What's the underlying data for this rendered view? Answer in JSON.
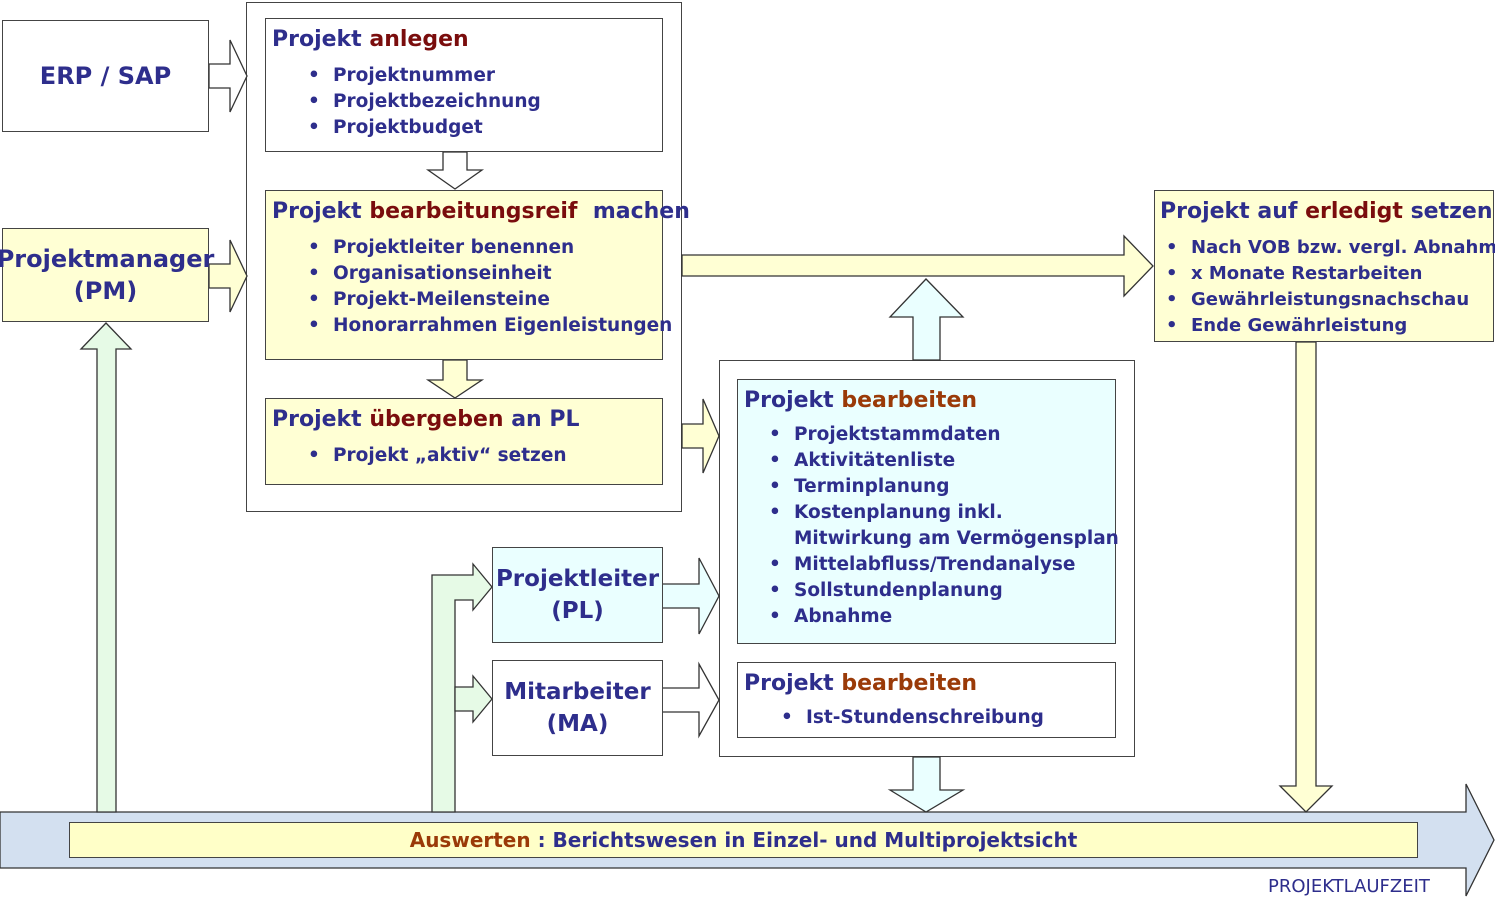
{
  "erp": {
    "label": "ERP / SAP"
  },
  "pm": {
    "line1": "Projektmanager",
    "line2": "(PM)"
  },
  "pl": {
    "line1": "Projektleiter",
    "line2": "(PL)"
  },
  "ma": {
    "line1": "Mitarbeiter",
    "line2": "(MA)"
  },
  "anlegen": {
    "prefix": "Projekt ",
    "keyword": "anlegen",
    "items": [
      "Projektnummer",
      "Projektbezeichnung",
      "Projektbudget"
    ]
  },
  "bearbeitungsreif": {
    "prefix": "Projekt ",
    "keyword": "bearbeitungsreif",
    "suffix": "  machen",
    "items": [
      "Projektleiter benennen",
      "Organisationseinheit",
      "Projekt-Meilensteine",
      "Honorarrahmen Eigenleistungen"
    ]
  },
  "uebergeben": {
    "prefix": "Projekt ",
    "keyword": "übergeben",
    "suffix": " an PL",
    "items": [
      "Projekt „aktiv“ setzen"
    ]
  },
  "bearbeiten_pl": {
    "prefix": "Projekt ",
    "keyword": "bearbeiten",
    "items": [
      "Projektstammdaten",
      "Aktivitätenliste",
      "Terminplanung",
      "Kostenplanung inkl.",
      "Mitwirkung am Vermögensplan",
      "Mittelabfluss/Trendanalyse",
      "Sollstundenplanung",
      "Abnahme"
    ]
  },
  "bearbeiten_ma": {
    "prefix": "Projekt ",
    "keyword": "bearbeiten",
    "items": [
      "Ist-Stundenschreibung"
    ]
  },
  "erledigt": {
    "prefix": "Projekt auf ",
    "keyword": "erledigt",
    "suffix": " setzen",
    "items": [
      "Nach VOB bzw. vergl. Abnahme",
      "x Monate Restarbeiten",
      "Gewährleistungsnachschau",
      "Ende Gewährleistung"
    ]
  },
  "auswerten": {
    "keyword": "Auswerten",
    "separator": " : ",
    "text": "Berichtswesen in Einzel- und Multiprojektsicht"
  },
  "timeline": {
    "label": "PROJEKTLAUFZEIT"
  },
  "colors": {
    "text": "#2e2e8c",
    "keyword_red": "#7a0d0d",
    "keyword_brown": "#9a3a08",
    "yellow": "#ffffd4",
    "cyan": "#eaffff",
    "green": "#e6fae6",
    "timeline_blue": "#d3e0f0"
  }
}
